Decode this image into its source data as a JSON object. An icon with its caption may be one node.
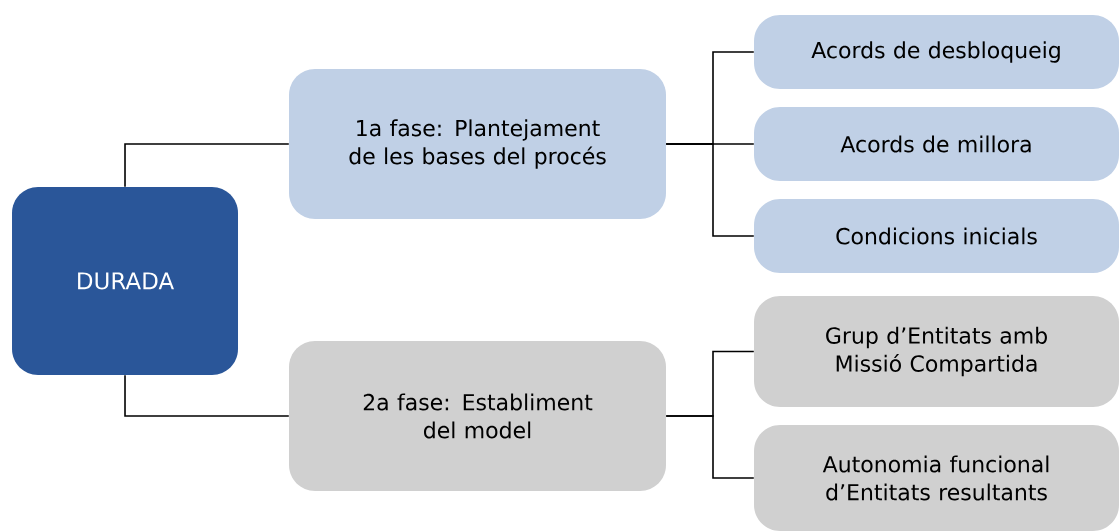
{
  "diagram": {
    "nodes": [
      {
        "text": [
          "DURADA"
        ]
      },
      {
        "text": [
          "1a fase: Plantejament de les bases del procés"
        ]
      },
      {
        "text": [
          "2a fase: Establiment del model"
        ]
      },
      {
        "text": [
          "Acords de desbloqueig"
        ]
      },
      {
        "text": [
          "Acords de millora"
        ]
      },
      {
        "text": [
          "Condicions inicials"
        ]
      },
      {
        "text": [
          "Grup d’Entitats amb Missió Compartida"
        ]
      },
      {
        "text": [
          "Autonomia funcional d’Entitats resultants"
        ]
      }
    ],
    "edges": [
      {
        "from": 0,
        "to": 1,
        "arrow": "none"
      },
      {
        "from": 0,
        "to": 2,
        "arrow": "none"
      },
      {
        "from": 1,
        "to": 3,
        "arrow": "none"
      },
      {
        "from": 1,
        "to": 4,
        "arrow": "none"
      },
      {
        "from": 1,
        "to": 5,
        "arrow": "none"
      },
      {
        "from": 2,
        "to": 6,
        "arrow": "none"
      },
      {
        "from": 2,
        "to": 7,
        "arrow": "none"
      }
    ]
  }
}
